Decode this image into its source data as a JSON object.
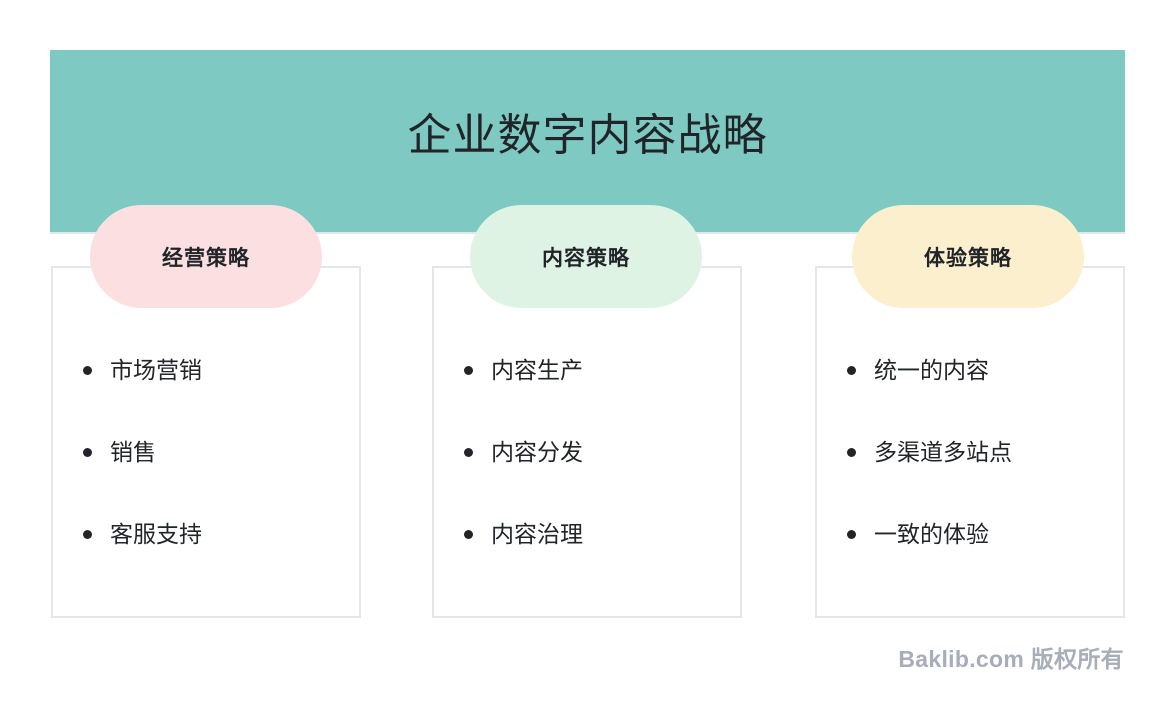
{
  "slide": {
    "title": "企业数字内容战略",
    "banner_color": "#7ec9c1",
    "background_color": "#ffffff",
    "text_color": "#212529"
  },
  "columns": [
    {
      "pill_label": "经营策略",
      "pill_color": "#fcdfe0",
      "items": [
        "市场营销",
        "销售",
        "客服支持"
      ]
    },
    {
      "pill_label": "内容策略",
      "pill_color": "#dff3e4",
      "items": [
        "内容生产",
        "内容分发",
        "内容治理"
      ]
    },
    {
      "pill_label": "体验策略",
      "pill_color": "#fcefce",
      "items": [
        "统一的内容",
        "多渠道多站点",
        "一致的体验"
      ]
    }
  ],
  "footer": {
    "watermark": "Baklib.com 版权所有",
    "watermark_color": "#a7adb9"
  }
}
